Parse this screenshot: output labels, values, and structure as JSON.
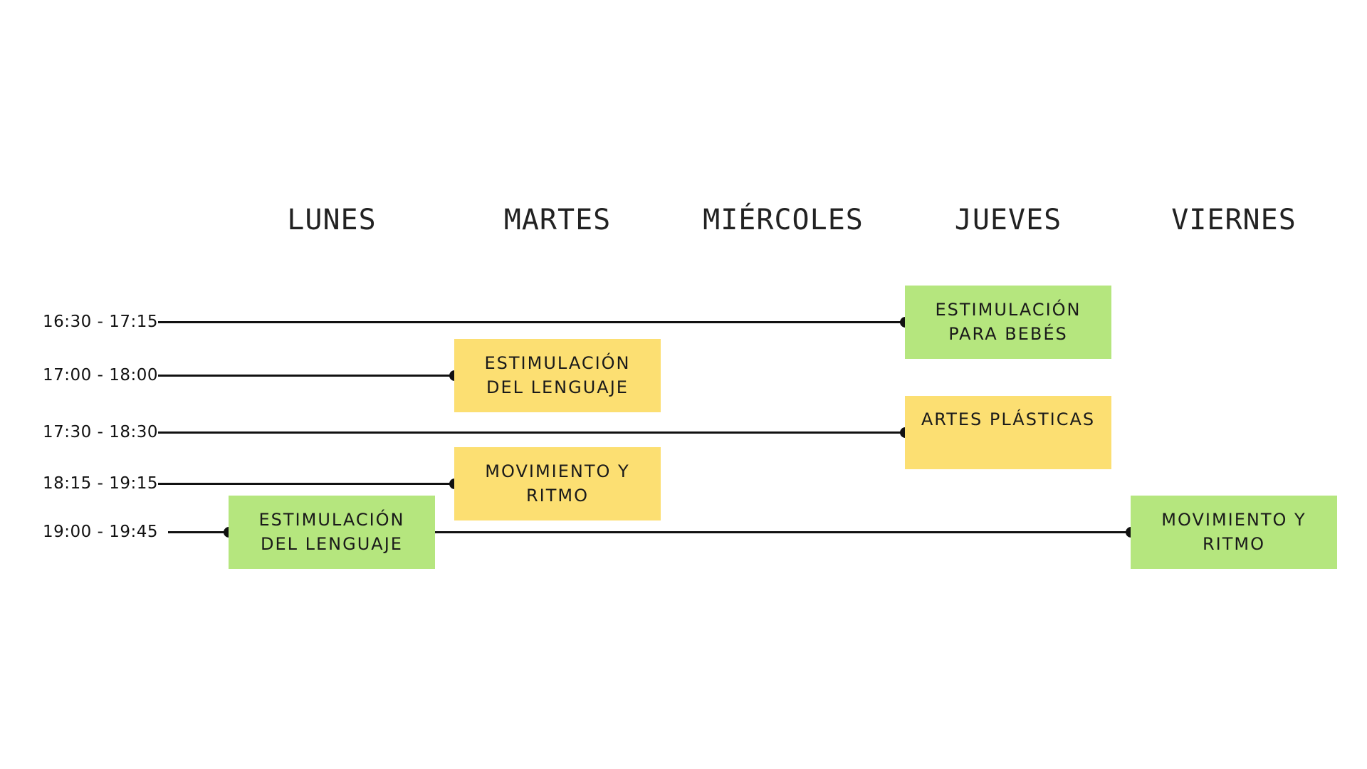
{
  "days": [
    "LUNES",
    "MARTES",
    "MIÉRCOLES",
    "JUEVES",
    "VIERNES"
  ],
  "time_slots": [
    "16:30 - 17:15",
    "17:00 - 18:00",
    "17:30 - 18:30",
    "18:15 - 19:15",
    "19:00 - 19:45"
  ],
  "colors": {
    "green": "#B5E67E",
    "yellow": "#FCDF72",
    "line": "#111111"
  },
  "events": [
    {
      "title": "ESTIMULACIÓN\nPARA BEBÉS",
      "day": "JUEVES",
      "time_slot": "16:30 - 17:15",
      "color": "green"
    },
    {
      "title": "ESTIMULACIÓN\nDEL LENGUAJE",
      "day": "MARTES",
      "time_slot": "17:00 - 18:00",
      "color": "yellow"
    },
    {
      "title": "ARTES PLÁSTICAS",
      "day": "JUEVES",
      "time_slot": "17:30 - 18:30",
      "color": "yellow"
    },
    {
      "title": "MOVIMIENTO Y\nRITMO",
      "day": "MARTES",
      "time_slot": "18:15 - 19:15",
      "color": "yellow"
    },
    {
      "title": "ESTIMULACIÓN\nDEL LENGUAJE",
      "day": "LUNES",
      "time_slot": "19:00 - 19:45",
      "color": "green"
    },
    {
      "title": "MOVIMIENTO Y\nRITMO",
      "day": "VIERNES",
      "time_slot": "19:00 - 19:45",
      "color": "green"
    }
  ]
}
